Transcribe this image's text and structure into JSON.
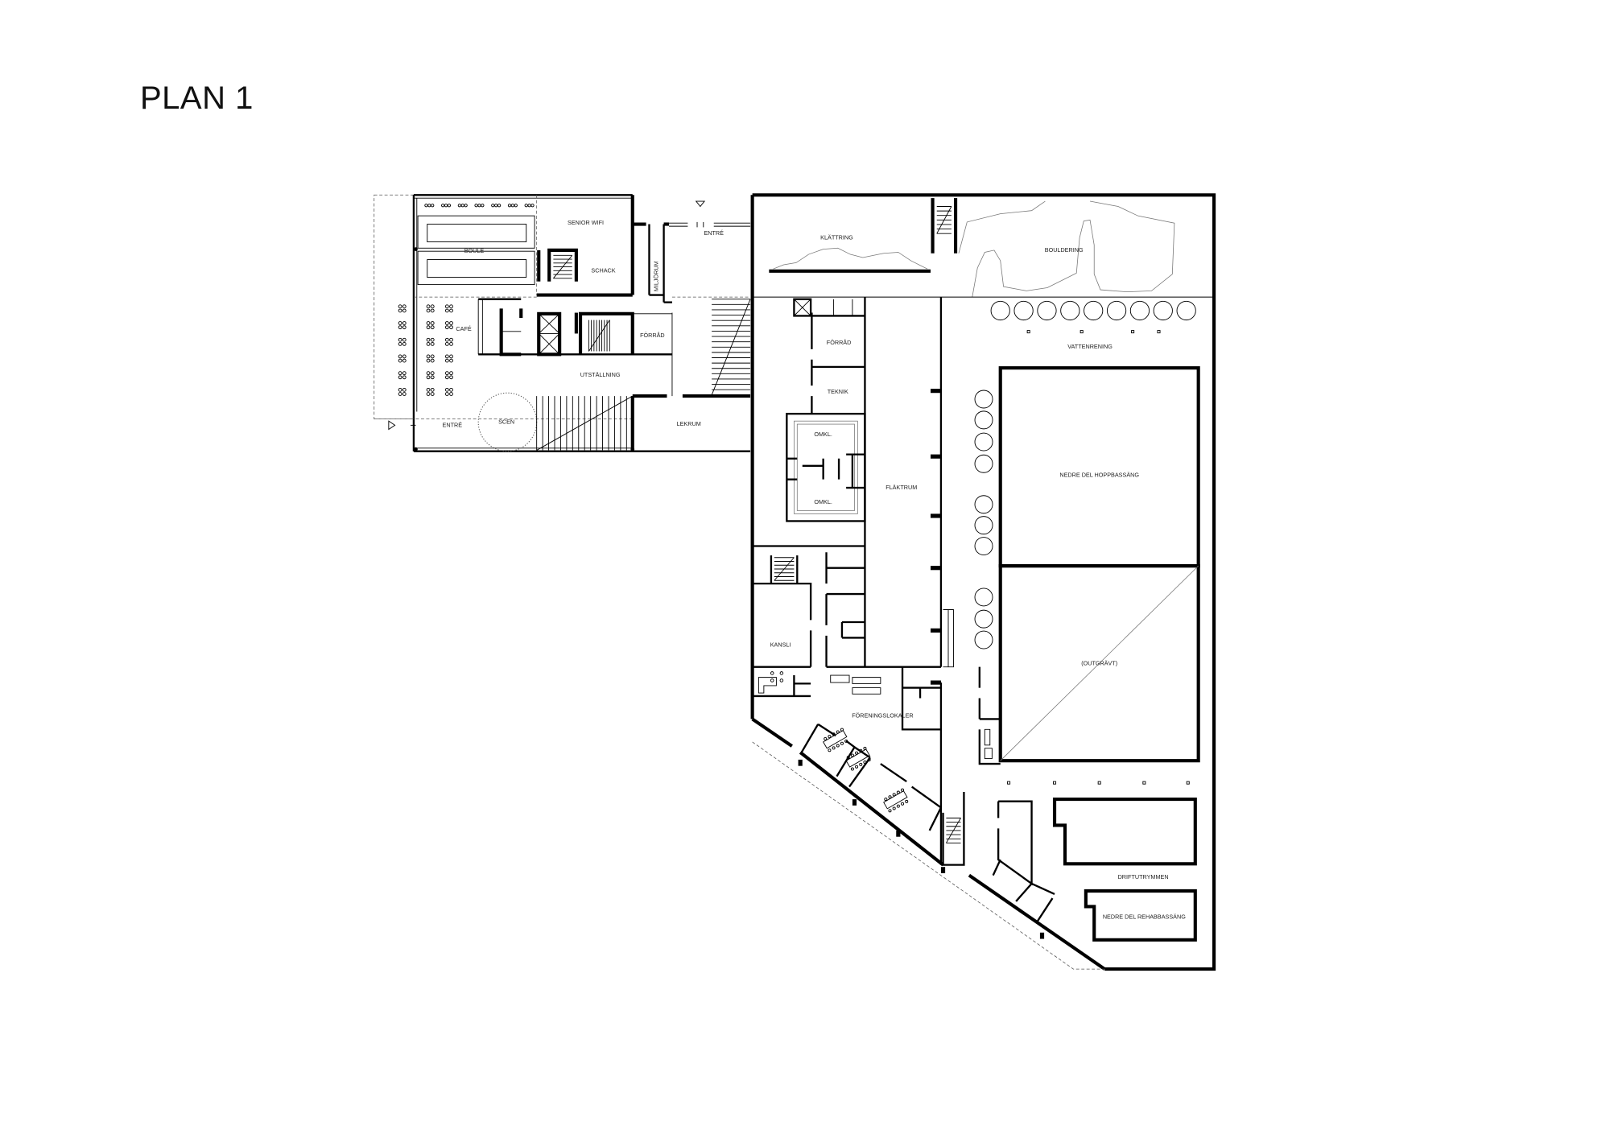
{
  "title": "PLAN 1",
  "rooms": {
    "boule": "BOULE",
    "senior_wifi": "SENIOR WIFI",
    "schack": "SCHACK",
    "miljorum": "MILJÖRUM",
    "entre_north": "ENTRÉ",
    "cafe": "CAFÉ",
    "forrad_left": "FÖRRÅD",
    "utstallning": "UTSTÄLLNING",
    "entre_south": "ENTRÉ",
    "scen": "SCEN",
    "lekrum": "LEKRUM",
    "klattring": "KLÄTTRING",
    "bouldering": "BOULDERING",
    "vattenrening": "VATTENRENING",
    "forrad_right": "FÖRRÅD",
    "teknik": "TEKNIK",
    "omkl_1": "OMKL.",
    "omkl_2": "OMKL.",
    "flaktrum": "FLÄKTRUM",
    "hoppbassang": "NEDRE DEL HOPPBASSÄNG",
    "outgravt": "(OUTGRÄVT)",
    "kansli": "KANSLI",
    "foreningslokaler": "FÖRENINGSLOKALER",
    "driftutrymmen": "DRIFTUTRYMMEN",
    "rehabbassang": "NEDRE DEL REHABBASSÄNG"
  },
  "colors": {
    "line": "#000000",
    "background": "#ffffff"
  }
}
